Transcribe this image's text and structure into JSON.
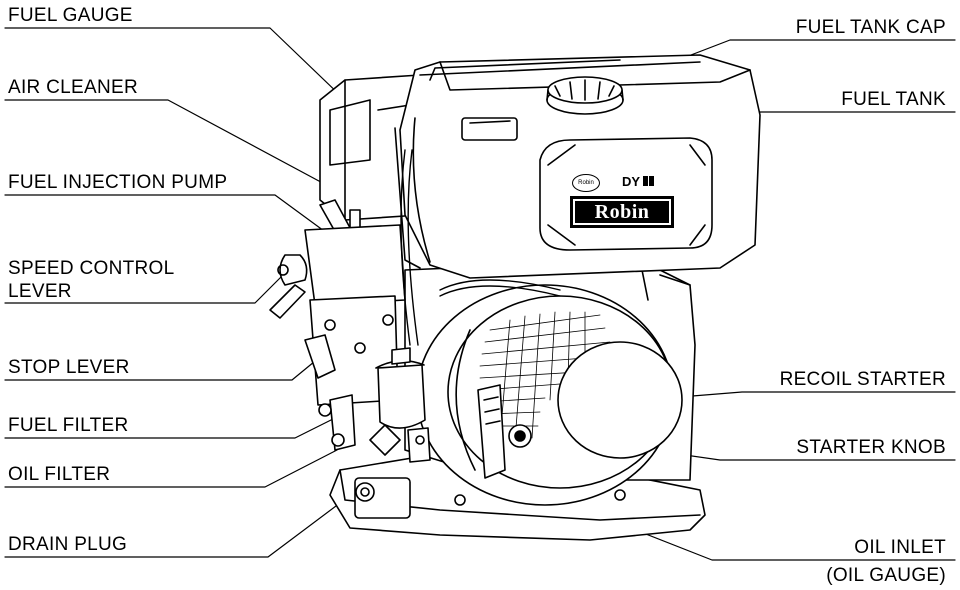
{
  "left_labels": {
    "fuel_gauge": "FUEL GAUGE",
    "air_cleaner": "AIR CLEANER",
    "fuel_injection_pump": "FUEL INJECTION PUMP",
    "speed_control_lever_1": "SPEED CONTROL",
    "speed_control_lever_2": "LEVER",
    "stop_lever": "STOP LEVER",
    "fuel_filter": "FUEL FILTER",
    "oil_filter": "OIL FILTER",
    "drain_plug": "DRAIN PLUG"
  },
  "right_labels": {
    "fuel_tank_cap": "FUEL TANK CAP",
    "fuel_tank": "FUEL TANK",
    "recoil_starter": "RECOIL STARTER",
    "starter_knob": "STARTER KNOB",
    "oil_inlet": "OIL INLET",
    "oil_gauge": "(OIL GAUGE)"
  },
  "tank_badge": {
    "model": "DY",
    "brand": "Robin",
    "logo_small": "Robin"
  },
  "colors": {
    "ink": "#000000",
    "paper": "#ffffff"
  }
}
